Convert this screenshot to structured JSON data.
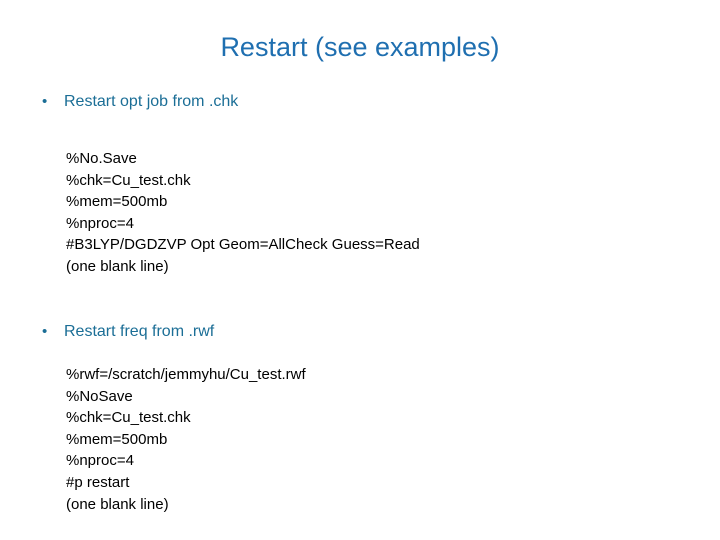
{
  "slide": {
    "title": "Restart (see examples)",
    "title_color": "#1f6fb0",
    "bullet_color": "#1b6e96",
    "code_color": "#000000",
    "background_color": "#ffffff",
    "bullet_glyph": "•",
    "sections": [
      {
        "bullet": "Restart opt job from .chk",
        "code_lines": [
          "%No.Save",
          "%chk=Cu_test.chk",
          "%mem=500mb",
          "%nproc=4",
          "#B3LYP/DGDZVP Opt Geom=AllCheck Guess=Read",
          "(one blank line)"
        ]
      },
      {
        "bullet": "Restart freq from .rwf",
        "code_lines": [
          "%rwf=/scratch/jemmyhu/Cu_test.rwf",
          "%NoSave",
          "%chk=Cu_test.chk",
          "%mem=500mb",
          "%nproc=4",
          "#p restart",
          "(one blank line)"
        ]
      }
    ]
  }
}
